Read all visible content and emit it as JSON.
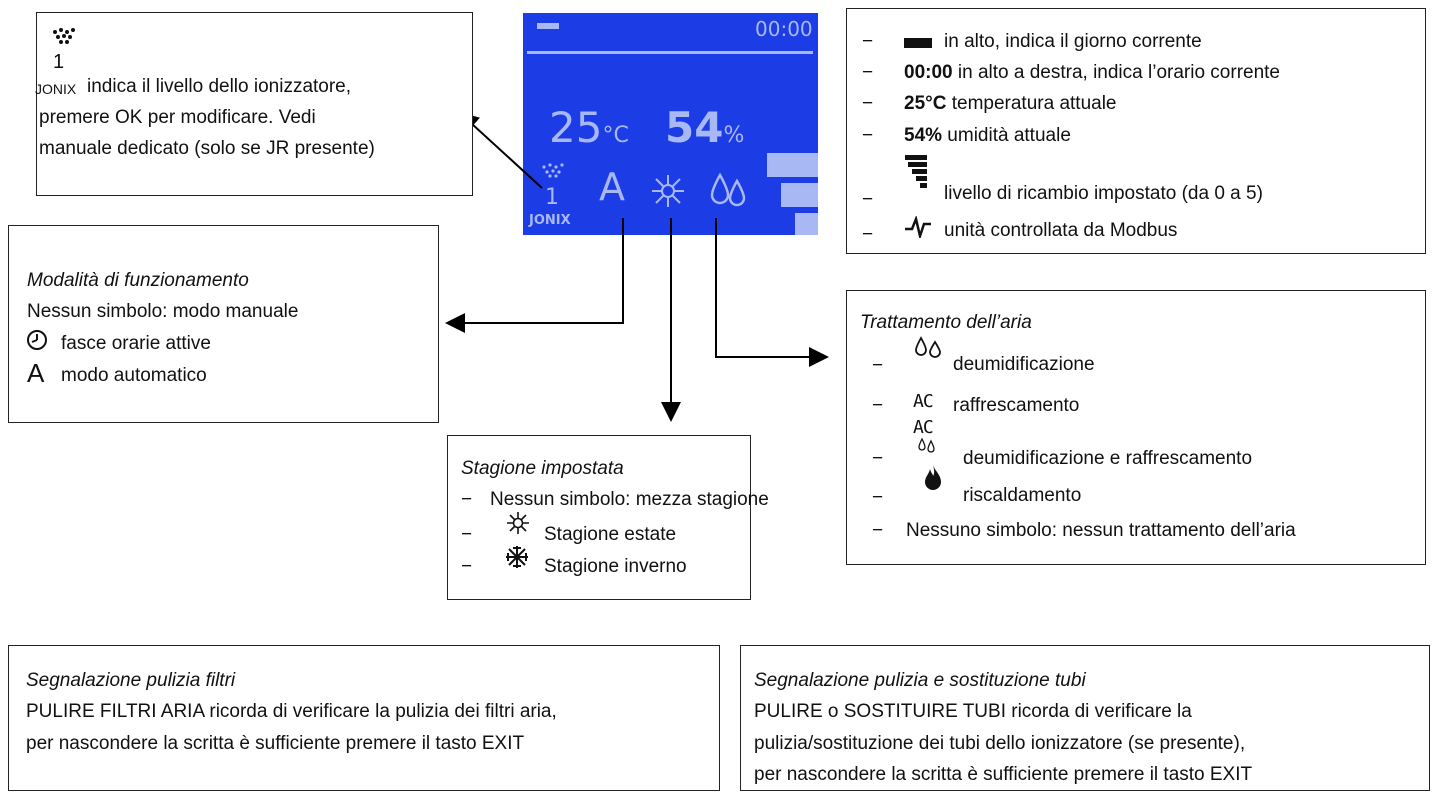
{
  "display": {
    "time": "00:00",
    "temperature": "25",
    "temperature_unit": "°C",
    "humidity": "54",
    "humidity_unit": "%",
    "jonix_level": "1",
    "jonix_label": "JONIX",
    "mode_letter": "A"
  },
  "ionizer": {
    "icon_level": "1",
    "icon_label": "JONIX",
    "line1": "indica il livello dello ionizzatore,",
    "line2": "premere OK per modificare. Vedi",
    "line3": "manuale dedicato (solo se JR presente)"
  },
  "status_legend": {
    "items": [
      {
        "bold": "",
        "text": "in alto, indica il giorno corrente"
      },
      {
        "bold": "00:00",
        "text": " in alto a destra, indica l’orario corrente"
      },
      {
        "bold": "25°C",
        "text": " temperatura attuale"
      },
      {
        "bold": "54%",
        "text": " umidità attuale"
      },
      {
        "bold": "",
        "text": "livello di ricambio impostato (da 0 a 5)"
      },
      {
        "bold": "",
        "text": "unità controllata da Modbus"
      }
    ]
  },
  "operating_mode": {
    "title": "Modalità di funzionamento",
    "none": "Nessun simbolo: modo manuale",
    "clock": "fasce orarie attive",
    "auto": "modo automatico"
  },
  "season": {
    "title": "Stagione impostata",
    "none": "Nessun simbolo: mezza stagione",
    "summer": "Stagione estate",
    "winter": "Stagione inverno"
  },
  "air_treatment": {
    "title": "Trattamento dell’aria",
    "dehum": "deumidificazione",
    "cooling": "raffrescamento",
    "cooling_icon": "AC",
    "both": "deumidificazione e raffrescamento",
    "heating": "riscaldamento",
    "none": "Nessuno simbolo: nessun trattamento dell’aria"
  },
  "filters": {
    "title": "Segnalazione pulizia filtri",
    "line1": "PULIRE FILTRI ARIA ricorda di verificare la pulizia dei filtri aria,",
    "line2": "per nascondere la scritta è sufficiente premere il tasto EXIT"
  },
  "tubes": {
    "title": "Segnalazione pulizia e sostituzione tubi",
    "line1": "PULIRE o SOSTITUIRE TUBI ricorda di verificare la",
    "line2": "pulizia/sostituzione dei tubi dello ionizzatore (se presente),",
    "line3": "per nascondere la scritta è sufficiente premere il tasto EXIT"
  },
  "colors": {
    "lcd_bg": "#1c3ce6",
    "lcd_fg": "#a8b8f5"
  }
}
